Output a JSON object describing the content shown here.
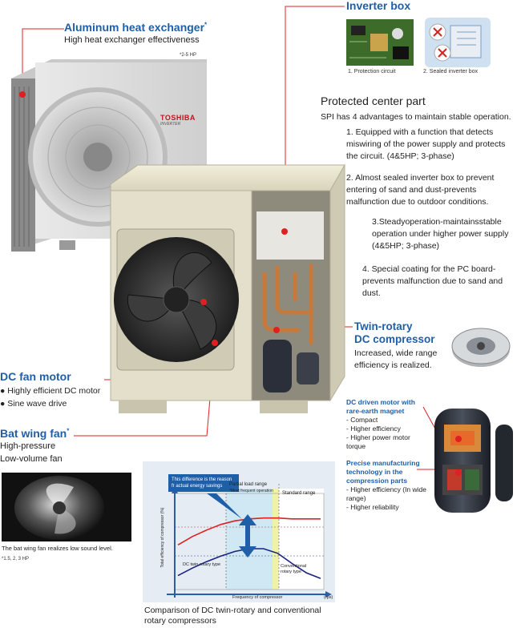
{
  "colors": {
    "accent_blue": "#1f5fa8",
    "leader_red": "#e02020",
    "housing": "#dcd8c6"
  },
  "aluminum": {
    "title": "Aluminum heat exchanger",
    "star": "*",
    "desc": "High heat exchanger effectiveness",
    "note": "*2-5 HP"
  },
  "inverter": {
    "title": "Inverter box",
    "caption1": "1. Protection circuit",
    "caption2": "2. Sealed inverter box"
  },
  "brand": {
    "name": "TOSHIBA",
    "sub": "INVERTER"
  },
  "protected": {
    "heading": "Protected center part",
    "intro": "SPI has 4 advantages to maintain stable operation.",
    "p1": "1. Equipped with a function that detects miswiring of the power supply and protects the circuit. (4&5HP; 3-phase)",
    "p2": "2. Almost sealed inverter box to prevent entering of sand and dust-prevents malfunction due to outdoor conditions.",
    "p3": "3.Steadyoperation-maintainsstable operation under higher power supply (4&5HP; 3-phase)",
    "p4": "4. Special coating for the PC board-prevents malfunction due to sand and dust."
  },
  "twin": {
    "title1": "Twin-rotary",
    "title2": "DC compressor",
    "desc": "Increased, wide range efficiency is realized."
  },
  "fanmotor": {
    "title": "DC fan motor",
    "b1": "Highly efficient DC motor",
    "b2": "Sine wave drive"
  },
  "batwing": {
    "title": "Bat wing fan",
    "star": "*",
    "l1": "High-pressure",
    "l2": "Low-volume fan",
    "caption": "The bat wing fan realizes low sound level.",
    "note": "*1.5, 2, 3 HP"
  },
  "dcmotor": {
    "title": "DC driven motor with rare-earth magnet",
    "items": [
      "- Compact",
      "- Higher efficiency",
      "- Higher power motor torque"
    ]
  },
  "precise": {
    "title": "Precise manufacturing technology in the compression parts",
    "items": [
      "- Higher efficiency (In wide range)",
      "- Higher reliability"
    ]
  },
  "chart_data": {
    "type": "line",
    "callout": "This difference is the reason fr actual energy savings",
    "partial_label": "Partial load range",
    "partial_sub": "*Most frequent operation",
    "standard_label": "Standard range",
    "ylabel": "Total efficiency of compressor (%)",
    "xlabel": "Frequency of compressor",
    "xunit": "(rps)",
    "series": [
      {
        "name": "DC twin-rotary type",
        "x": [
          0,
          10,
          20,
          30,
          40,
          50,
          60,
          70,
          80,
          90,
          100
        ],
        "y": [
          48,
          57,
          64,
          70,
          74,
          76,
          77,
          77,
          76,
          76,
          76
        ]
      },
      {
        "name": "Conventional rotary type",
        "x": [
          0,
          10,
          20,
          30,
          40,
          50,
          60,
          70,
          80,
          90,
          100
        ],
        "y": [
          15,
          23,
          30,
          36,
          41,
          44,
          44,
          39,
          28,
          18,
          12
        ]
      }
    ],
    "caption": "Comparison of DC twin-rotary and conventional rotary compressors"
  }
}
